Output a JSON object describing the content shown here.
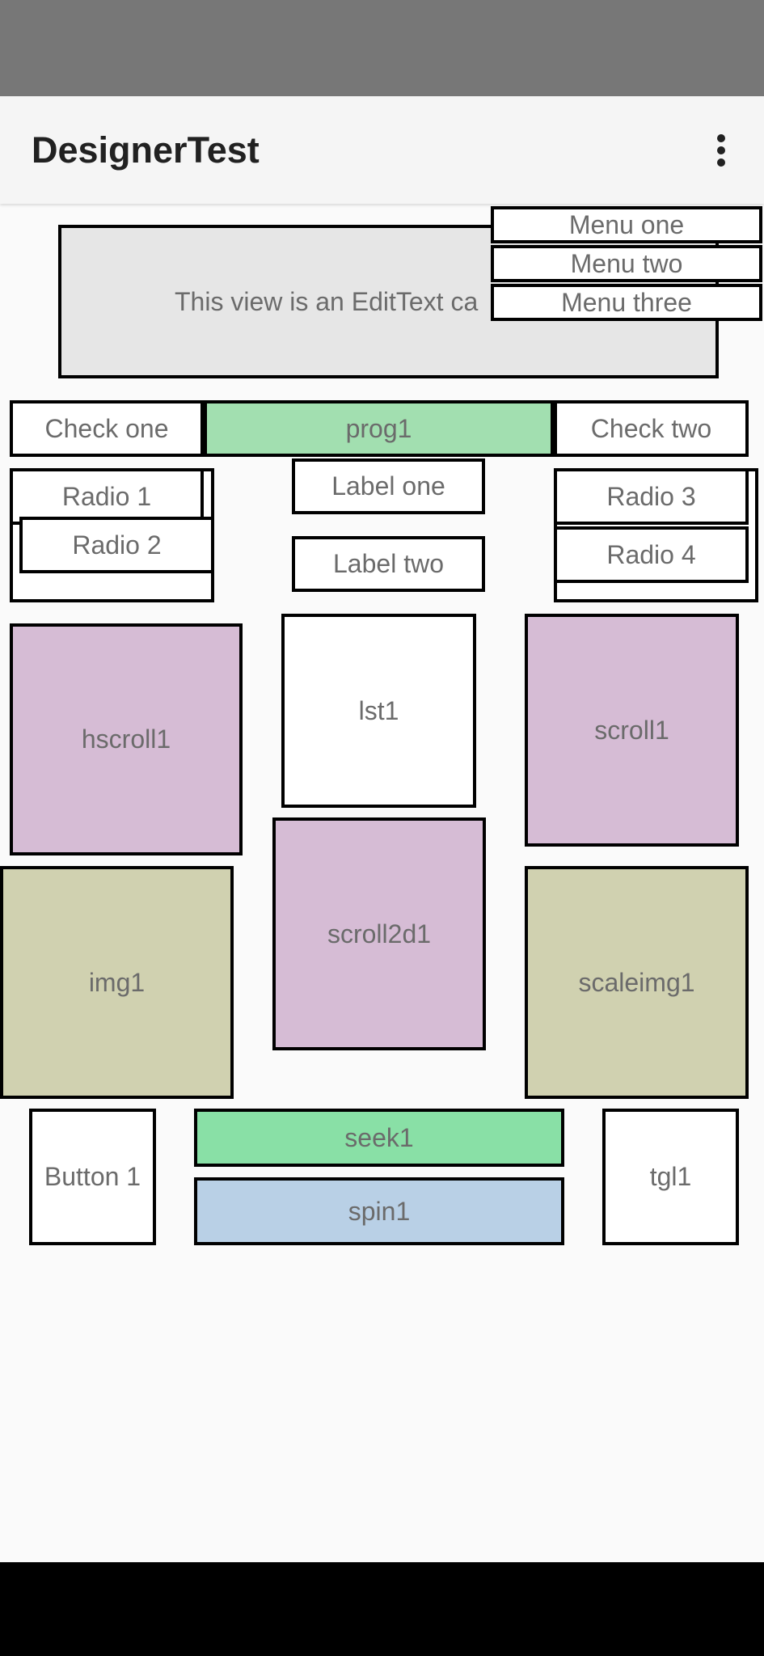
{
  "app_bar": {
    "title": "DesignerTest",
    "overflow_icon": "more-vertical-icon"
  },
  "edit_text": {
    "value": "This view is an EditText ca"
  },
  "menu": {
    "items": [
      {
        "label": "Menu one"
      },
      {
        "label": "Menu two"
      },
      {
        "label": "Menu three"
      }
    ]
  },
  "row_checks": {
    "check_one": "Check one",
    "prog1": "prog1",
    "check_two": "Check two"
  },
  "radios": {
    "radio_1": "Radio 1",
    "radio_2": "Radio 2",
    "radio_3": "Radio 3",
    "radio_4": "Radio 4"
  },
  "labels": {
    "label_one": "Label one",
    "label_two": "Label two"
  },
  "views": {
    "hscroll1": "hscroll1",
    "lst1": "lst1",
    "scroll1": "scroll1",
    "img1": "img1",
    "scroll2d1": "scroll2d1",
    "scaleimg1": "scaleimg1",
    "button1": "Button 1",
    "seek1": "seek1",
    "spin1": "spin1",
    "tgl1": "tgl1"
  },
  "colors": {
    "status_bar": "#777777",
    "app_bar": "#f5f5f5",
    "scroll_views": "#d6bcd5",
    "image_views": "#d0d1b0",
    "progress": "#a2dfb0",
    "seek": "#89e0a6",
    "spinner": "#b9d0e6",
    "nav_bar": "#000000"
  }
}
